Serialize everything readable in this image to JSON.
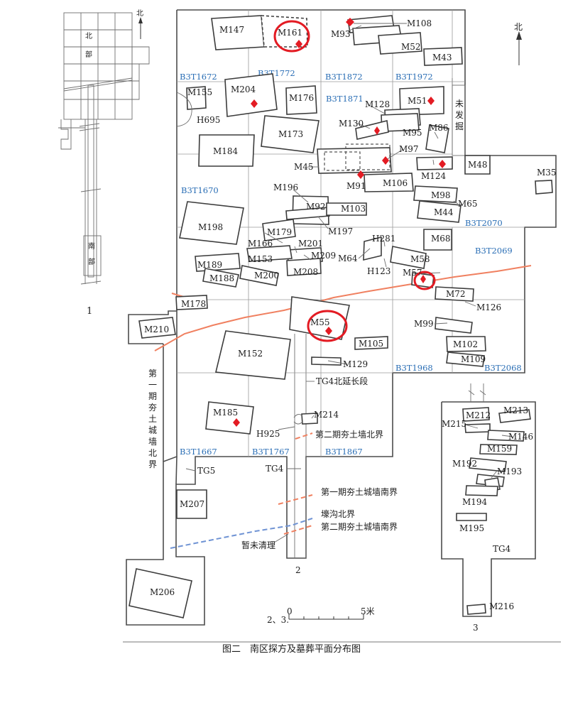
{
  "figure": {
    "caption": "图二　南区探方及墓葬平面分布图",
    "north": "北",
    "inset_number": "1",
    "north_profile_number": "2",
    "south_profile_number": "3",
    "scale_label": "2、3.",
    "scale_start": "0",
    "scale_end": "5米"
  },
  "inset": {
    "north": "北",
    "north_area_1": "北",
    "north_area_2": "部",
    "south_area_1": "南",
    "south_area_2": "部"
  },
  "grid_squares": [
    "B3T1672",
    "B3T1772",
    "B3T1872",
    "B3T1972",
    "B3T1871",
    "B3T1670",
    "B3T2070",
    "B3T2069",
    "B3T1968",
    "B3T2068",
    "B3T1667",
    "B3T1767",
    "B3T1867"
  ],
  "features": [
    "M147",
    "M161",
    "M93",
    "M108",
    "M52",
    "M43",
    "M155",
    "M204",
    "M176",
    "M128",
    "M51",
    "M130",
    "M95",
    "M86",
    "H695",
    "M173",
    "M184",
    "M45",
    "M97",
    "M124",
    "M48",
    "M35",
    "M91",
    "M106",
    "M98",
    "M65",
    "M44",
    "M196",
    "M92",
    "M103",
    "M197",
    "M198",
    "M179",
    "M166",
    "M201",
    "H281",
    "M68",
    "M64",
    "M209",
    "M153",
    "M58",
    "M189",
    "M208",
    "M200",
    "H123",
    "M57",
    "M188",
    "M72",
    "M126",
    "M178",
    "M55",
    "M99",
    "M210",
    "M105",
    "M102",
    "M152",
    "M129",
    "M109",
    "M185",
    "M214",
    "M212",
    "M213",
    "M215",
    "M146",
    "H925",
    "M159",
    "M192",
    "M193",
    "M207",
    "M194",
    "M195",
    "M206",
    "M216"
  ],
  "notes": {
    "unexcavated": "未发掘",
    "tg4_ext": "TG4北延长段",
    "tg5": "TG5",
    "tg4": "TG4",
    "tg4_east": "TG4",
    "wall1_north": "第一期夯土城墙北界",
    "wall2_north": "第二期夯土墙北界",
    "wall1_south": "第一期夯土城墙南界",
    "moat_north": "壕沟北界",
    "wall2_south": "第二期夯土城墙南界",
    "uncleared": "暂未清理"
  },
  "highlighted": [
    "M161",
    "M57",
    "M55"
  ],
  "marked": [
    "M161",
    "M93",
    "M204",
    "M51",
    "M130",
    "M97",
    "M124",
    "M91",
    "M57",
    "M55",
    "M185"
  ],
  "colors": {
    "grid_label": "#2a6eb5",
    "highlight": "#e31b23",
    "wall_line": "#f08060",
    "moat_line": "#6f93d4"
  }
}
